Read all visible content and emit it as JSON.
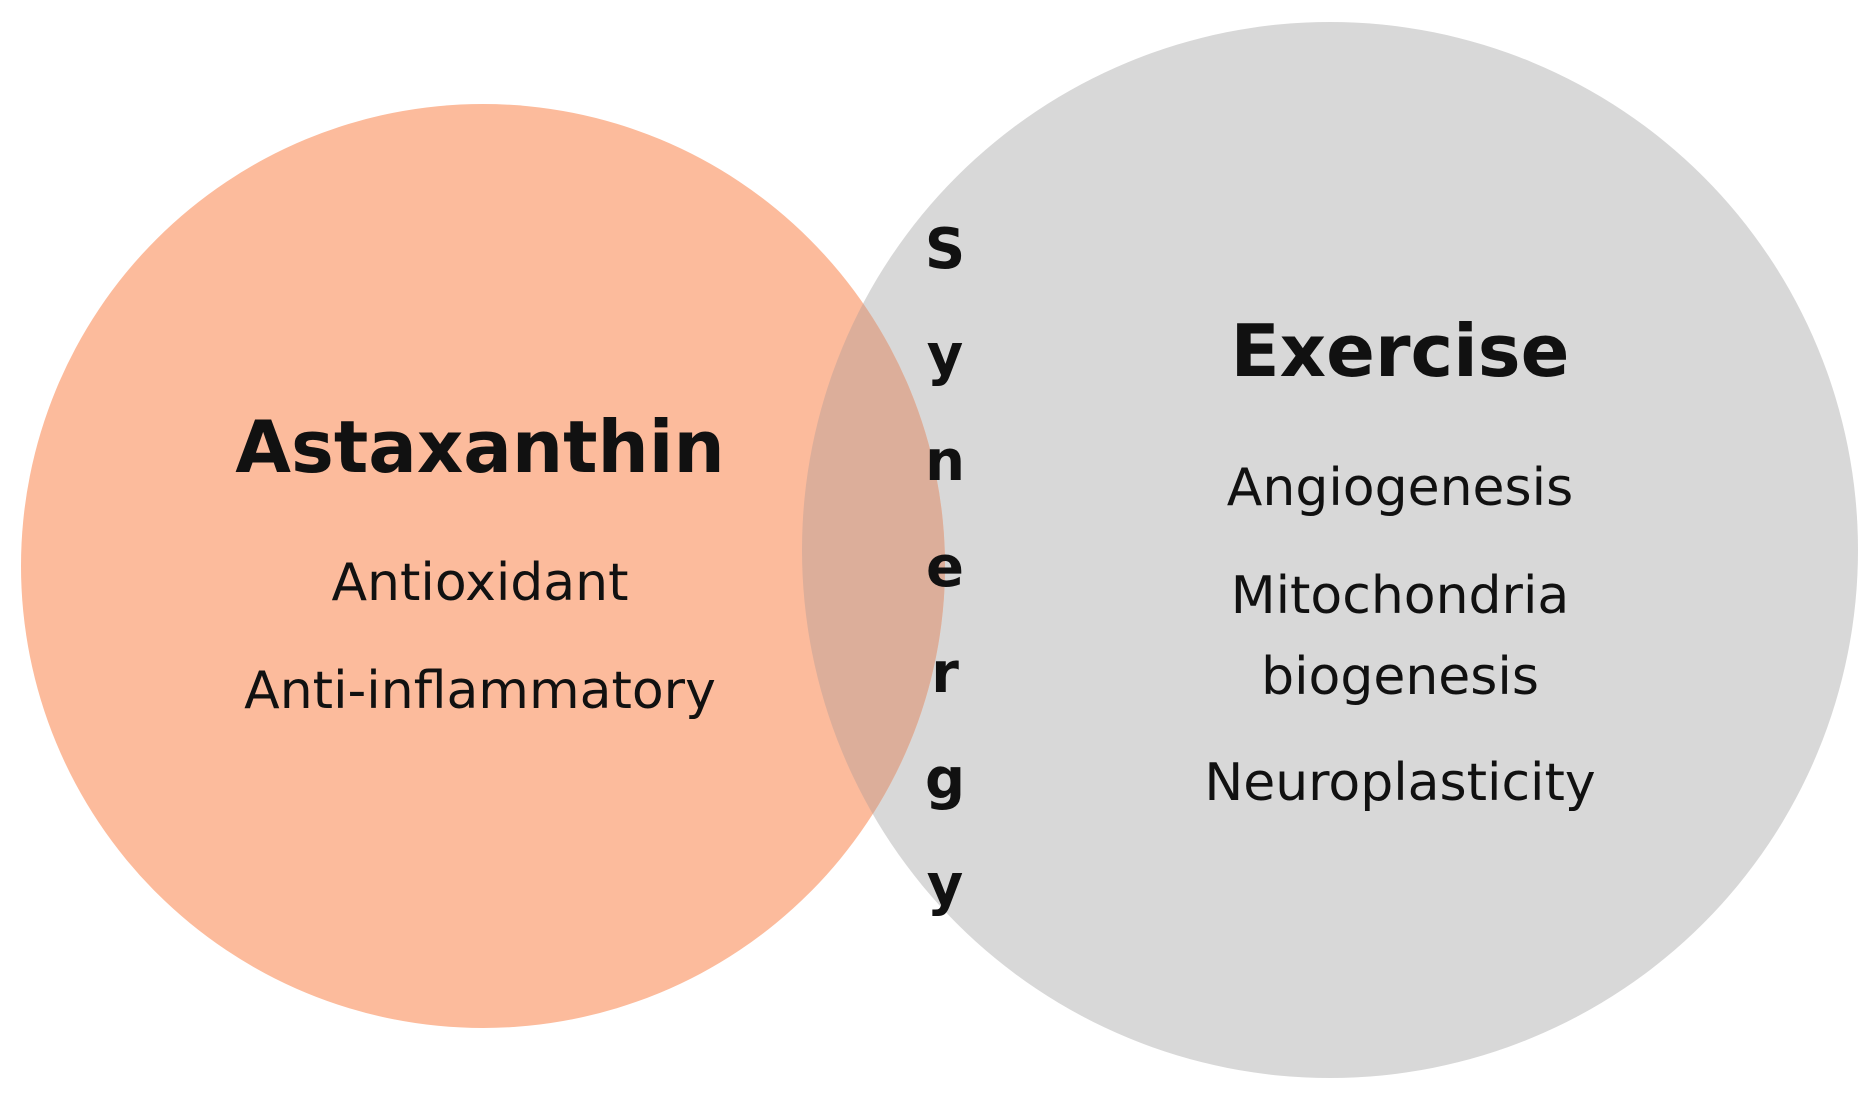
{
  "left_circle": {
    "title": "Astaxanthin",
    "items": [
      "Antioxidant",
      "Anti-inflammatory"
    ],
    "color": "#fcbb9c"
  },
  "right_circle": {
    "title": "Exercise",
    "items": [
      "Angiogenesis",
      "Mitochondria",
      "biogenesis",
      "Neuroplasticity"
    ],
    "color": "#d8d8d8"
  },
  "overlap": {
    "letters": [
      "S",
      "y",
      "n",
      "e",
      "r",
      "g",
      "y"
    ],
    "color": "#dcae9a"
  },
  "colors": {
    "text": "#111111",
    "background": "#ffffff"
  }
}
